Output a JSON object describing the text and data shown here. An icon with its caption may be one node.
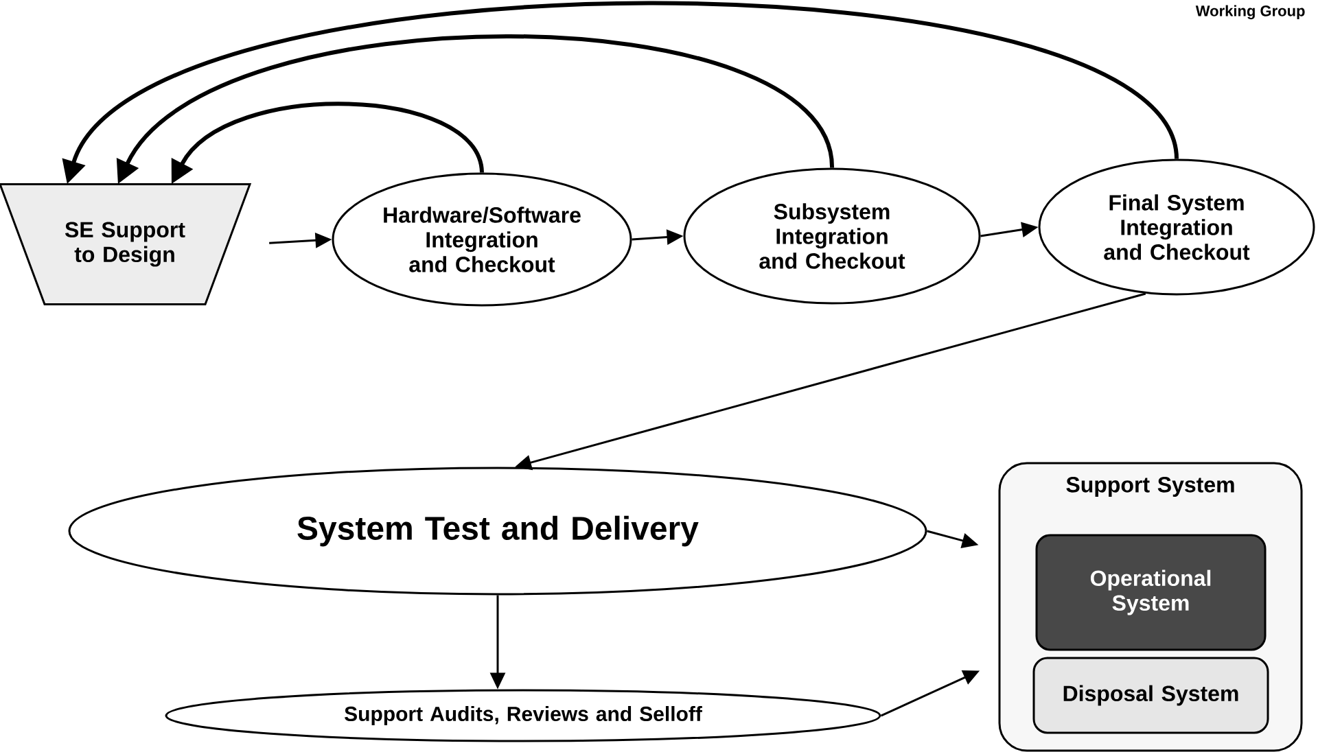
{
  "diagram": {
    "nodes": [
      {
        "text": [
          "SE Support to Design"
        ]
      },
      {
        "text": [
          "Hardware/Software Integration and Checkout"
        ]
      },
      {
        "text": [
          "Subsystem Integration and Checkout"
        ]
      },
      {
        "text": [
          "Final System Integration and Checkout"
        ]
      },
      {
        "text": [
          "System Test and Delivery"
        ]
      },
      {
        "text": [
          "Support Audits, Reviews and Selloff"
        ]
      },
      {
        "text": [
          "Support System"
        ]
      },
      {
        "text": [
          "Operational System"
        ],
        "in": 6
      },
      {
        "text": [
          "Disposal System"
        ],
        "in": 6
      }
    ],
    "edges": [
      {
        "from": 0,
        "to": 1,
        "arrow": "to"
      },
      {
        "from": 1,
        "to": 2,
        "arrow": "to"
      },
      {
        "from": 2,
        "to": 3,
        "arrow": "to"
      },
      {
        "from": 1,
        "to": 0,
        "arrow": "to",
        "style": "thick"
      },
      {
        "from": 2,
        "to": 0,
        "arrow": "to",
        "style": "thick"
      },
      {
        "from": 3,
        "to": 0,
        "arrow": "to",
        "style": "thick"
      },
      {
        "from": 3,
        "to": 4,
        "arrow": "to"
      },
      {
        "from": 4,
        "to": 5,
        "arrow": "to"
      },
      {
        "from": 4,
        "to": 6,
        "arrow": "to"
      },
      {
        "from": 5,
        "to": 6,
        "arrow": "to"
      }
    ],
    "labels": [
      "Working Group"
    ]
  }
}
